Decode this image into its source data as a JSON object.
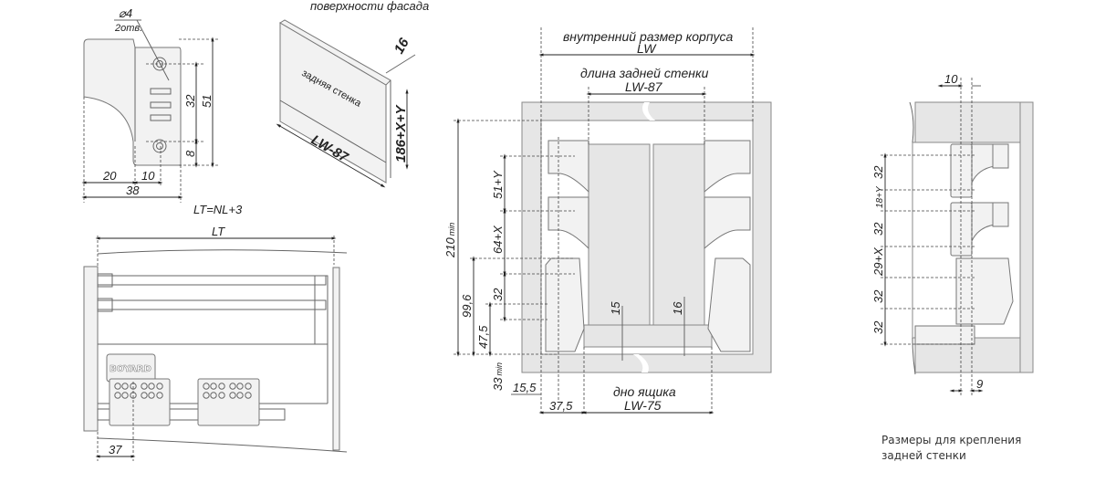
{
  "top_cut_label": "поверхности фасада",
  "bracket": {
    "hole_d": "⌀4",
    "hole_count": "2отв.",
    "dim_32": "32",
    "dim_51": "51",
    "dim_8": "8",
    "dim_20": "20",
    "dim_10": "10",
    "dim_38": "38",
    "formula": "LT=NL+3"
  },
  "back_panel": {
    "label": "задняя стенка",
    "thickness": "16",
    "height": "186+X+Y",
    "length": "LW-87"
  },
  "side_view": {
    "length": "LT",
    "offset": "37",
    "logo": "BOYARD"
  },
  "front_view": {
    "inner_size_label": "внутренний размер корпуса",
    "inner_size": "LW",
    "back_length_label": "длина задней стенки",
    "back_length": "LW-87",
    "dim_51y": "51+Y",
    "dim_64x": "64+X",
    "dim_32": "32",
    "dim_210": "210",
    "min": "min",
    "dim_99_6": "99,6",
    "dim_47_5": "47,5",
    "dim_33": "33",
    "dim_15": "15",
    "dim_16": "16",
    "dim_15_5": "15,5",
    "dim_37_5": "37,5",
    "bottom_label": "дно ящика",
    "bottom_size": "LW-75"
  },
  "back_mount": {
    "dim_10": "10",
    "dims": [
      "32",
      "18+Y",
      "32",
      "29+X",
      "32",
      "32"
    ],
    "dim_9": "9",
    "caption_line1": "Размеры для крепления",
    "caption_line2": "задней стенки"
  }
}
